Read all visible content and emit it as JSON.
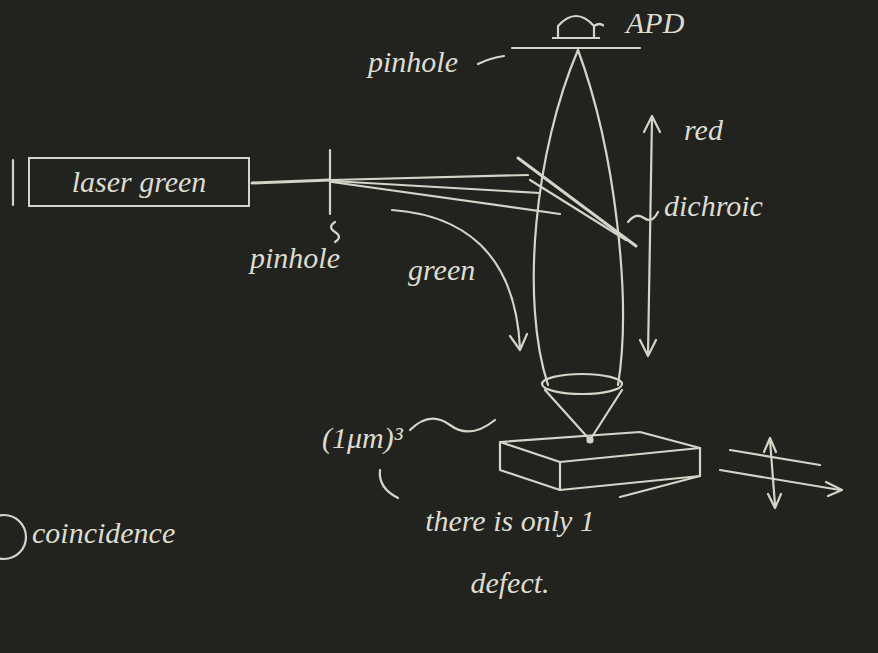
{
  "diagram": {
    "nodes": [
      {
        "text": [
          "APD"
        ]
      },
      {
        "text": [
          "laser green"
        ]
      }
    ],
    "labels": [
      "pinhole",
      "red",
      "dichroic",
      "pinhole",
      "green",
      "(1μm)³",
      "there is only 1 defect.",
      "coincidence"
    ]
  }
}
